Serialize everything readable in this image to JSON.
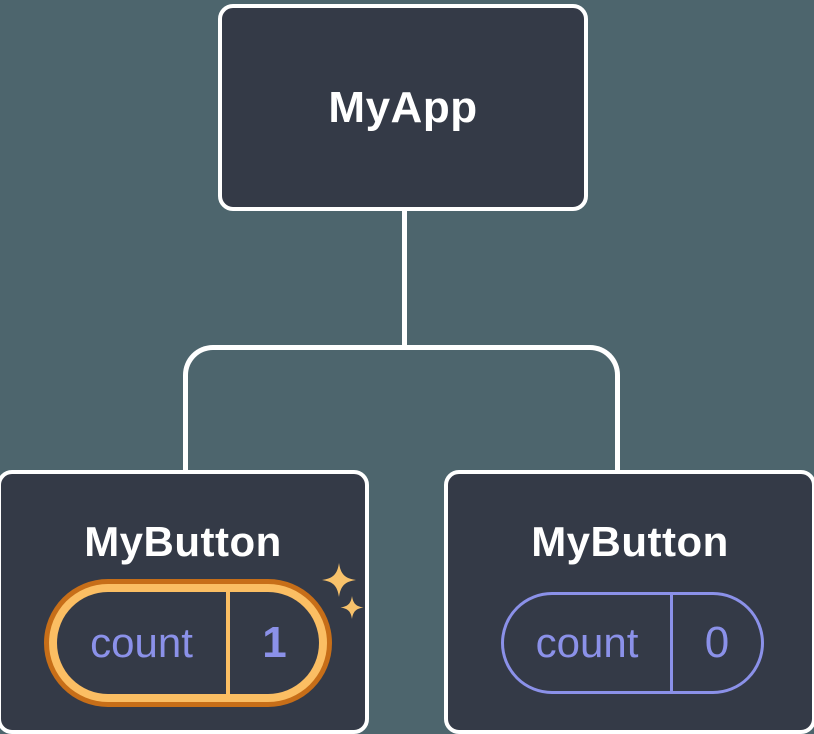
{
  "diagram": {
    "title": "component-state-tree",
    "root": {
      "label": "MyApp"
    },
    "children": [
      {
        "label": "MyButton",
        "state_key": "count",
        "state_value": "1",
        "highlighted": true
      },
      {
        "label": "MyButton",
        "state_key": "count",
        "state_value": "0",
        "highlighted": false
      }
    ]
  },
  "icons": {
    "sparkle_large": "four-point-star",
    "sparkle_small": "four-point-star"
  },
  "colors": {
    "background": "#4D656D",
    "node-fill": "#343A47",
    "node-border": "#FFFFFF",
    "label-text": "#FFFFFF",
    "state-purple": "#8B91E9",
    "highlight-ring-outer": "#C76E18",
    "highlight-ring-inner": "#FBBE63",
    "sparkle": "#F8C26B",
    "connector": "#FFFFFF"
  }
}
